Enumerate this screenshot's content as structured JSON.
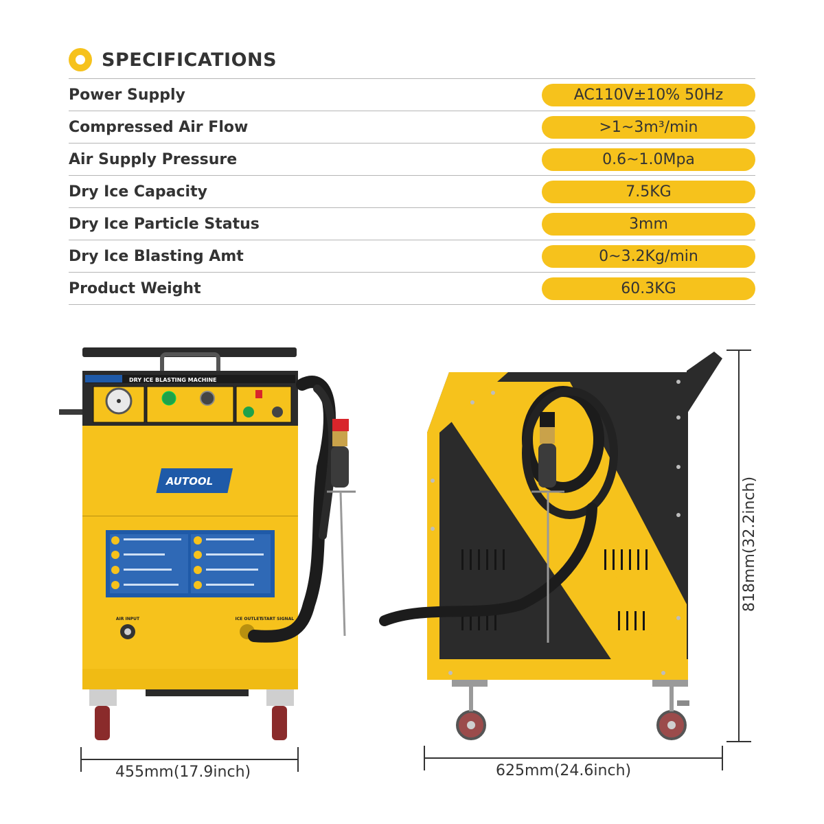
{
  "header": {
    "title": "SPECIFICATIONS"
  },
  "specs": [
    {
      "label": "Power Supply",
      "value": "AC110V±10% 50Hz"
    },
    {
      "label": "Compressed Air Flow",
      "value": ">1~3m³/min"
    },
    {
      "label": "Air Supply Pressure",
      "value": "0.6~1.0Mpa"
    },
    {
      "label": "Dry Ice Capacity",
      "value": "7.5KG"
    },
    {
      "label": "Dry Ice Particle Status",
      "value": "3mm"
    },
    {
      "label": "Dry Ice Blasting Amt",
      "value": "0~3.2Kg/min"
    },
    {
      "label": "Product Weight",
      "value": "60.3KG"
    }
  ],
  "machine": {
    "brand": "AUTOOL",
    "panel_title": "DRY ICE BLASTING MACHINE",
    "air_input": "AIR INPUT",
    "ice_outlet": "ICE OUTLET",
    "start_signal": "START SIGNAL"
  },
  "dimensions": {
    "front_width": "455mm(17.9inch)",
    "side_depth": "625mm(24.6inch)",
    "height": "818mm(32.2inch)"
  },
  "colors": {
    "accent": "#f6c21c",
    "body_dark": "#2b2b2b",
    "brand_blue": "#1f5aa8"
  }
}
